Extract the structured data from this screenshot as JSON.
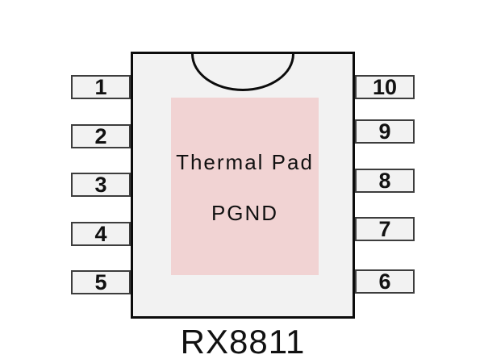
{
  "diagram": {
    "part_name": "RX8811",
    "thermal_pad": {
      "line1": "Thermal Pad",
      "line2": "PGND"
    },
    "pins": {
      "left": [
        "1",
        "2",
        "3",
        "4",
        "5"
      ],
      "right": [
        "10",
        "9",
        "8",
        "7",
        "6"
      ]
    },
    "colors": {
      "body_fill": "#f2f2f2",
      "pad_fill": "#f1d3d3",
      "outline": "#0c0c0c",
      "pin_border": "#3d3d3d",
      "text": "#111111"
    }
  }
}
